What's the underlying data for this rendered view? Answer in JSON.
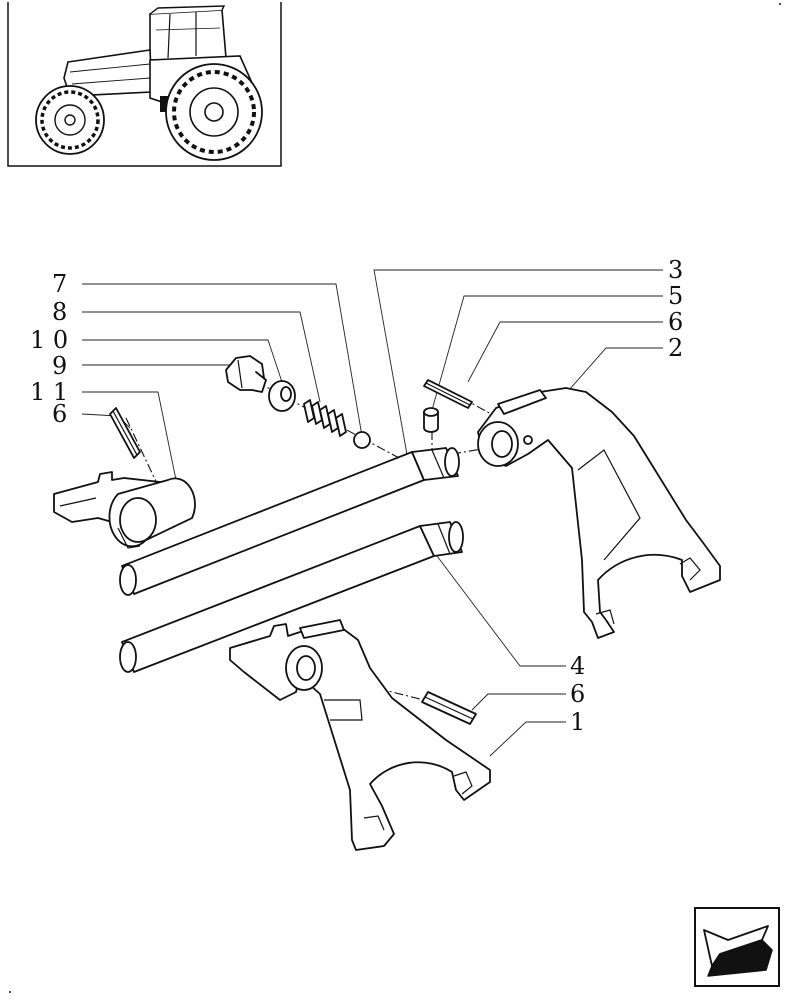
{
  "diagram": {
    "callouts": [
      {
        "id": "c7",
        "label": "7"
      },
      {
        "id": "c8",
        "label": "8"
      },
      {
        "id": "c10",
        "label": "1 0"
      },
      {
        "id": "c9",
        "label": "9"
      },
      {
        "id": "c11",
        "label": "1 1"
      },
      {
        "id": "c6a",
        "label": "6"
      },
      {
        "id": "c3",
        "label": "3"
      },
      {
        "id": "c5",
        "label": "5"
      },
      {
        "id": "c6b",
        "label": "6"
      },
      {
        "id": "c2",
        "label": "2"
      },
      {
        "id": "c4",
        "label": "4"
      },
      {
        "id": "c6c",
        "label": "6"
      },
      {
        "id": "c1",
        "label": "1"
      }
    ]
  },
  "icons": {
    "thumbnail": "tractor-thumbnail-icon",
    "nav": "next-page-arrow-icon"
  }
}
